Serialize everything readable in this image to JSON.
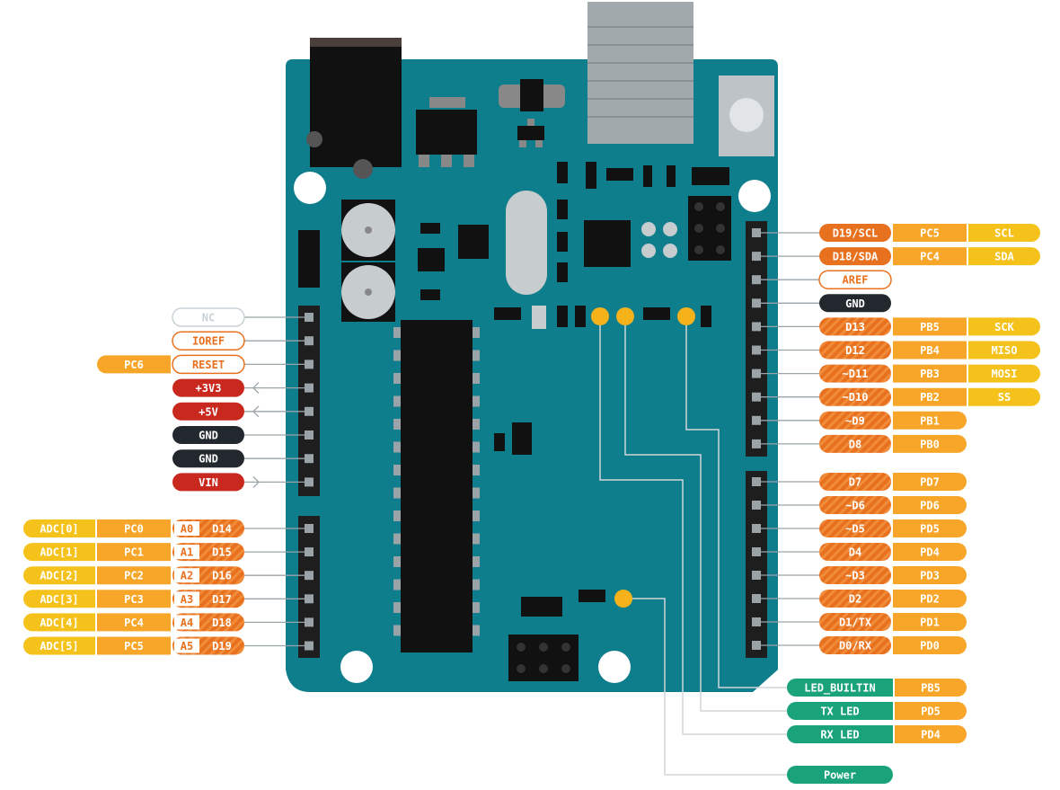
{
  "colors": {
    "board": "#0e7d8c",
    "board_dark": "#0a5f6b",
    "header": "#1e1e1e",
    "orange": "#e8711f",
    "orange_light": "#f7a62a",
    "yellow": "#f5c21b",
    "red": "#c8281e",
    "black": "#22282e",
    "teal": "#1aa37a",
    "outline_orange": "#e8711f",
    "outline_grey": "#c9d2d6",
    "led": "#f5b21b",
    "connector": "#9aa3a8"
  },
  "left_power": [
    {
      "pin": "NC",
      "style": "outline-grey"
    },
    {
      "pin": "IOREF",
      "style": "outline-orange"
    },
    {
      "pin": "RESET",
      "style": "outline-orange",
      "port": "PC6"
    },
    {
      "pin": "+3V3",
      "style": "red",
      "arrow": "out"
    },
    {
      "pin": "+5V",
      "style": "red",
      "arrow": "out"
    },
    {
      "pin": "GND",
      "style": "black"
    },
    {
      "pin": "GND",
      "style": "black"
    },
    {
      "pin": "VIN",
      "style": "red",
      "arrow": "in"
    }
  ],
  "left_analog": [
    {
      "adc": "ADC[0]",
      "port": "PC0",
      "analog": "A0",
      "digital": "D14"
    },
    {
      "adc": "ADC[1]",
      "port": "PC1",
      "analog": "A1",
      "digital": "D15"
    },
    {
      "adc": "ADC[2]",
      "port": "PC2",
      "analog": "A2",
      "digital": "D16"
    },
    {
      "adc": "ADC[3]",
      "port": "PC3",
      "analog": "A3",
      "digital": "D17"
    },
    {
      "adc": "ADC[4]",
      "port": "PC4",
      "analog": "A4",
      "digital": "D18"
    },
    {
      "adc": "ADC[5]",
      "port": "PC5",
      "analog": "A5",
      "digital": "D19"
    }
  ],
  "right_top": [
    {
      "pin": "D19/SCL",
      "style": "orange",
      "port": "PC5",
      "func": "SCL"
    },
    {
      "pin": "D18/SDA",
      "style": "orange",
      "port": "PC4",
      "func": "SDA"
    },
    {
      "pin": "AREF",
      "style": "outline-orange"
    },
    {
      "pin": "GND",
      "style": "black"
    },
    {
      "pin": "D13",
      "style": "orange-hatch",
      "port": "PB5",
      "func": "SCK"
    },
    {
      "pin": "D12",
      "style": "orange-hatch",
      "port": "PB4",
      "func": "MISO"
    },
    {
      "pin": "~D11",
      "style": "orange-hatch",
      "port": "PB3",
      "func": "MOSI"
    },
    {
      "pin": "~D10",
      "style": "orange-hatch",
      "port": "PB2",
      "func": "SS"
    },
    {
      "pin": "~D9",
      "style": "orange-hatch",
      "port": "PB1"
    },
    {
      "pin": "D8",
      "style": "orange-hatch",
      "port": "PB0"
    }
  ],
  "right_bottom": [
    {
      "pin": "D7",
      "style": "orange-hatch",
      "port": "PD7"
    },
    {
      "pin": "~D6",
      "style": "orange-hatch",
      "port": "PD6"
    },
    {
      "pin": "~D5",
      "style": "orange-hatch",
      "port": "PD5"
    },
    {
      "pin": "D4",
      "style": "orange-hatch",
      "port": "PD4"
    },
    {
      "pin": "~D3",
      "style": "orange-hatch",
      "port": "PD3"
    },
    {
      "pin": "D2",
      "style": "orange-hatch",
      "port": "PD2"
    },
    {
      "pin": "D1/TX",
      "style": "orange-hatch",
      "port": "PD1"
    },
    {
      "pin": "D0/RX",
      "style": "orange-hatch",
      "port": "PD0"
    }
  ],
  "leds": [
    {
      "name": "LED_BUILTIN",
      "port": "PB5"
    },
    {
      "name": "TX LED",
      "port": "PD5"
    },
    {
      "name": "RX LED",
      "port": "PD4"
    },
    {
      "name": "Power"
    }
  ]
}
